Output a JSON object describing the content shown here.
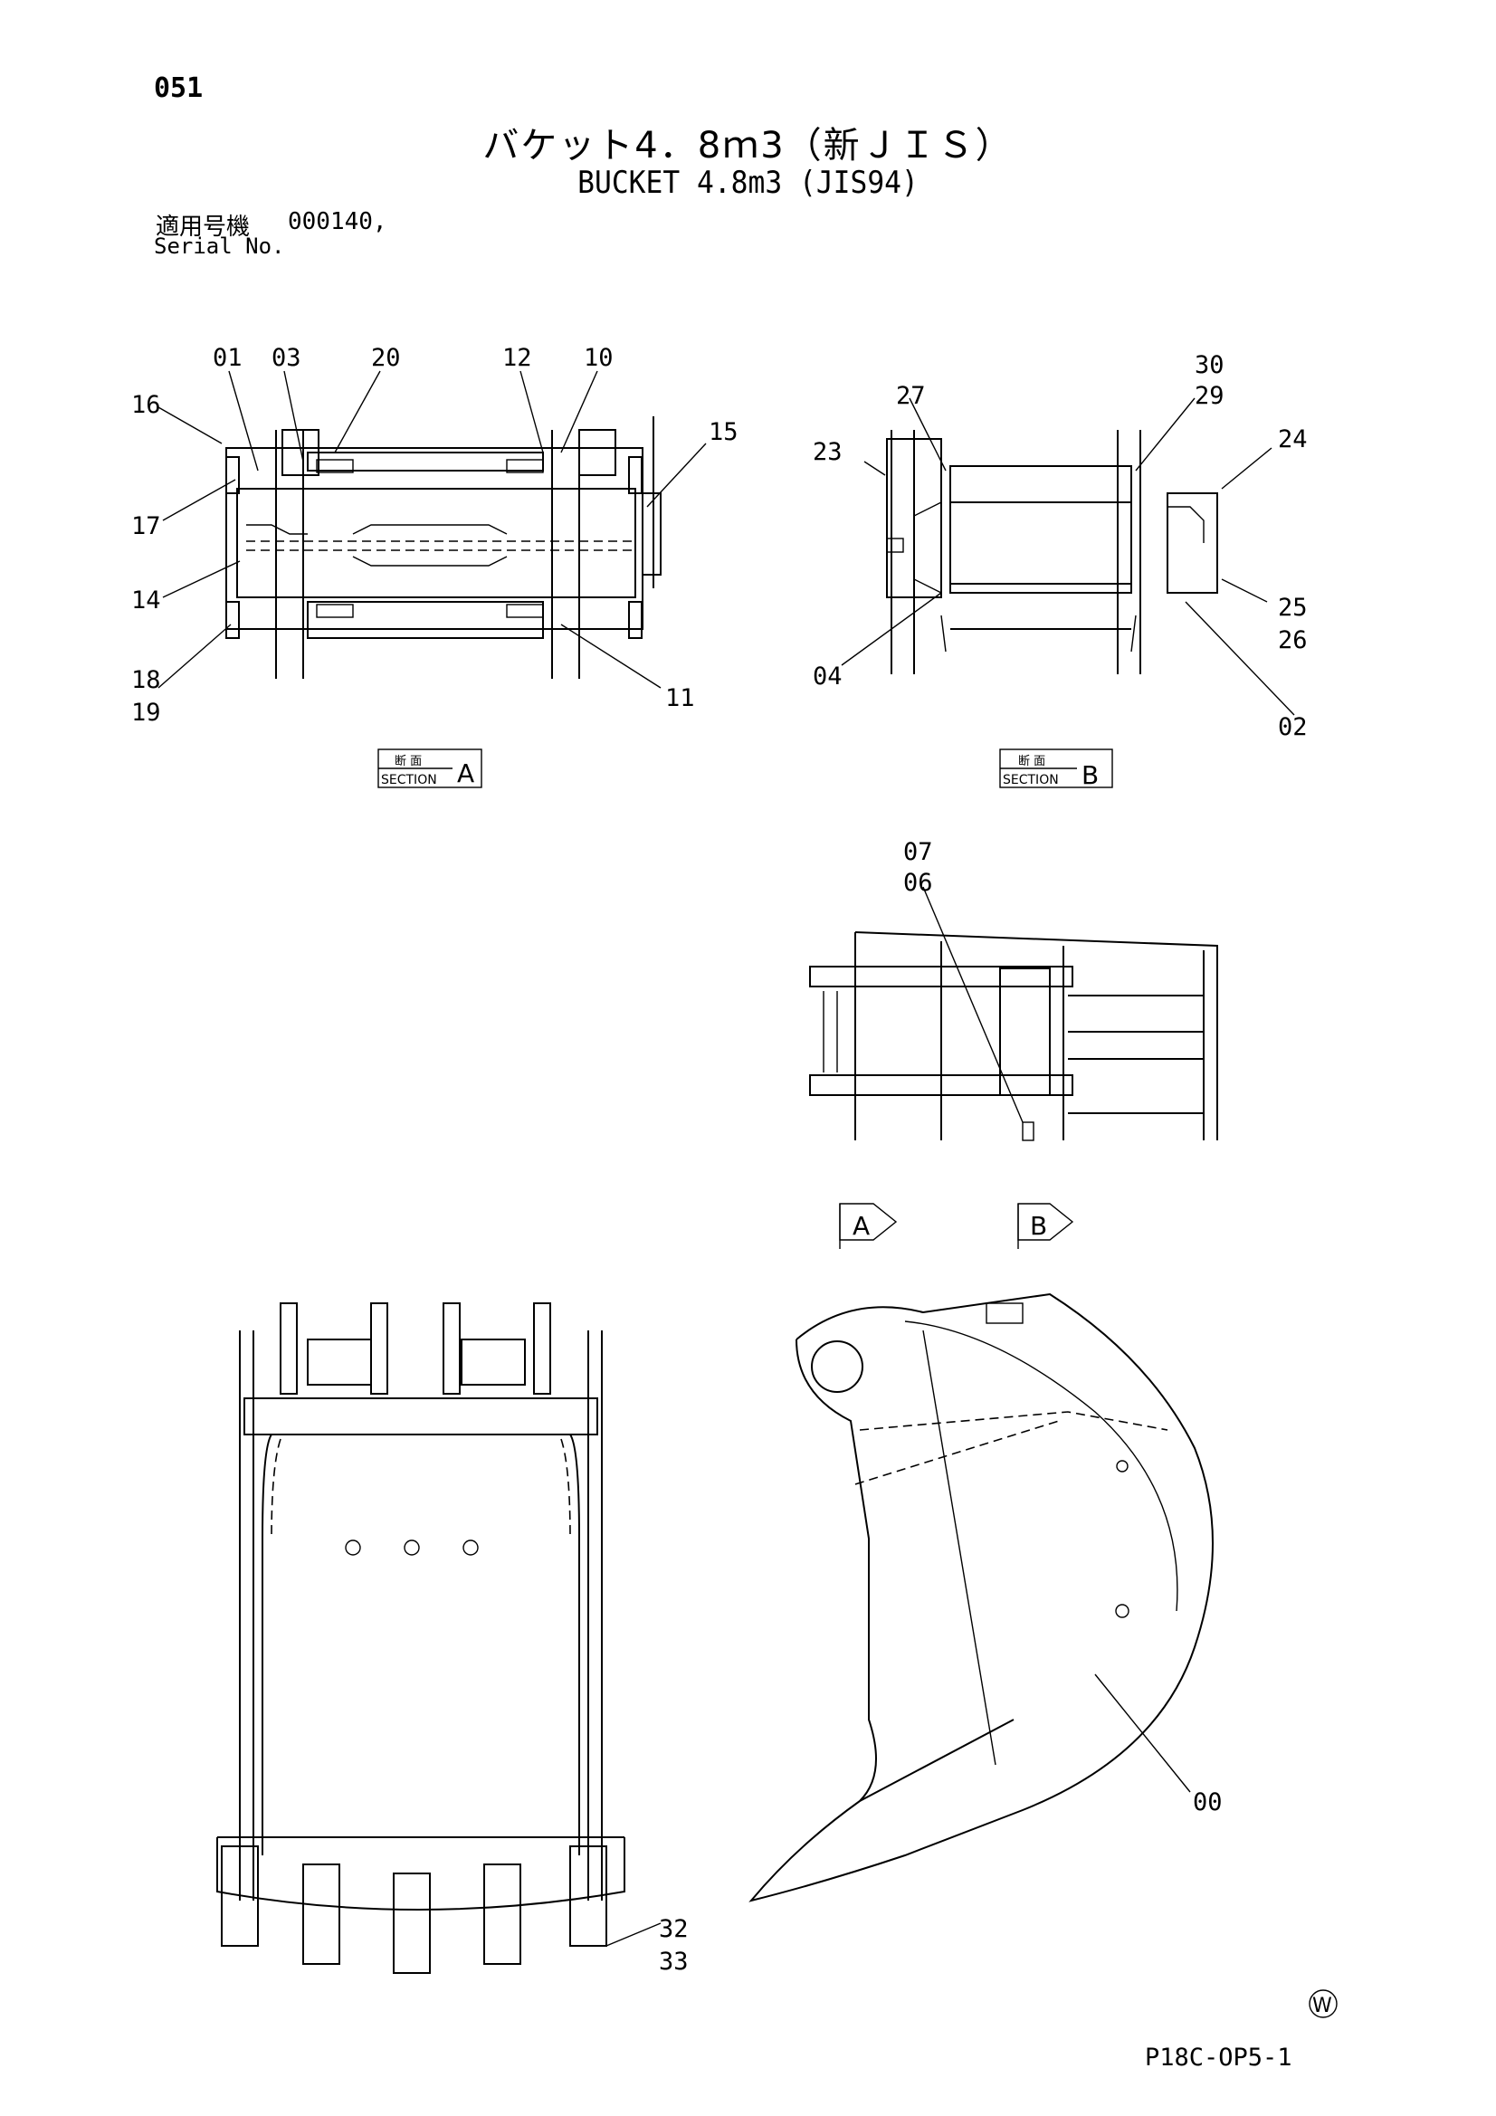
{
  "header": {
    "page_number": "051",
    "title_ja": "バケット4．8ｍ3（新ＪＩＳ）",
    "title_en": "BUCKET 4.8m3 (JIS94)",
    "serial_label_ja": "適用号機",
    "serial_value": "000140,",
    "serial_label_en": "Serial No."
  },
  "section_a": {
    "badge_top": "断 面",
    "badge_bottom": "SECTION",
    "badge_letter": "A",
    "callouts": [
      "01",
      "03",
      "20",
      "12",
      "10",
      "16",
      "15",
      "17",
      "14",
      "18",
      "19",
      "11"
    ]
  },
  "section_b": {
    "badge_top": "断 面",
    "badge_bottom": "SECTION",
    "badge_letter": "B",
    "callouts": [
      "30",
      "29",
      "27",
      "24",
      "23",
      "25",
      "26",
      "04",
      "02"
    ]
  },
  "detail_view": {
    "callouts": [
      "07",
      "06"
    ],
    "arrow_a": "A",
    "arrow_b": "B"
  },
  "bucket_front": {
    "callouts": [
      "32",
      "33"
    ]
  },
  "bucket_side": {
    "callouts": [
      "00"
    ]
  },
  "footer": {
    "mark": "W",
    "code": "P18C-OP5-1"
  }
}
